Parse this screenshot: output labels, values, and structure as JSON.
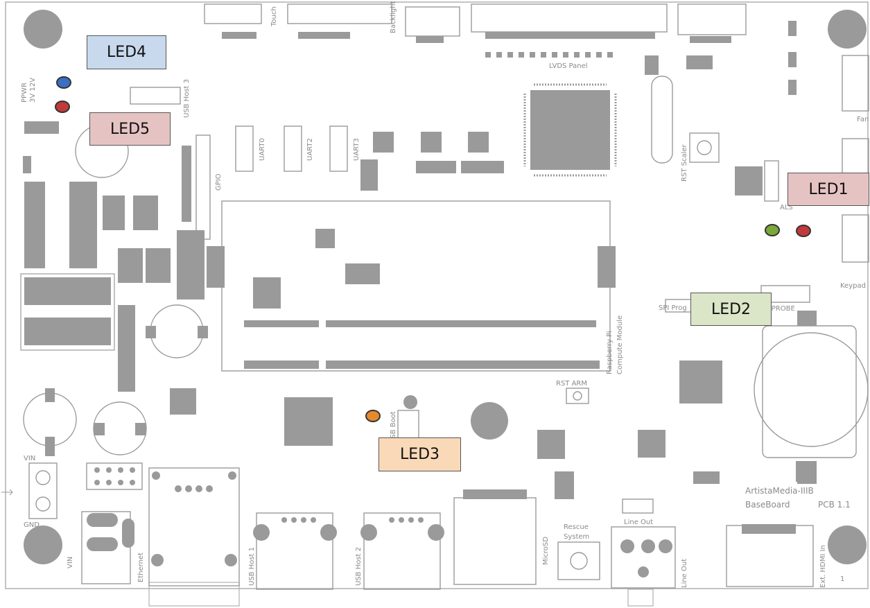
{
  "board": {
    "name_line1": "ArtistaMedia-IIIB",
    "name_line2": "BaseBoard",
    "pcb_rev": "PCB 1.1",
    "silkscreen": {
      "touch": "Touch",
      "backlight": "Backlight",
      "lvds_panel": "LVDS Panel",
      "ppwr": "PPWR",
      "v3v12v": "3V 12V",
      "usb_host3": "USB Host 3",
      "uart0": "UART0",
      "uart2": "UART2",
      "uart3": "UART3",
      "gpio": "GPIO",
      "rst_scaler": "RST Scaler",
      "als": "ALS",
      "fan": "Fan",
      "keypad": "Keypad",
      "spi_prog": "SPI Prog",
      "gprobe": "GPROBE",
      "rpi_cm1": "Raspberry Pi",
      "rpi_cm2": "Compute Module",
      "rst_arm": "RST ARM",
      "usb_boot": "USB Boot",
      "vin": "VIN",
      "gnd": "GND",
      "vin_bottom": "VIN",
      "ethernet": "Ethernet",
      "usb_host1": "USB Host 1",
      "usb_host2": "USB Host 2",
      "microsd": "MicroSD",
      "rescue1": "Rescue",
      "rescue2": "System",
      "line_out_top": "Line Out",
      "line_out_side": "Line Out",
      "ext_hdmi": "Ext. HDMI In",
      "one": "1"
    }
  },
  "callouts": {
    "led1": "LED1",
    "led2": "LED2",
    "led3": "LED3",
    "led4": "LED4",
    "led5": "LED5"
  },
  "colors": {
    "led1_fill": "#c0393b",
    "led2_fill": "#7aa83a",
    "led3_fill": "#e58a2c",
    "led4_fill": "#3a6fc4",
    "led5_fill": "#c0393b",
    "callout_red": "#e6c3c3",
    "callout_green": "#dbe6c8",
    "callout_orange": "#fad9b8",
    "callout_blue": "#c8d9ee"
  }
}
